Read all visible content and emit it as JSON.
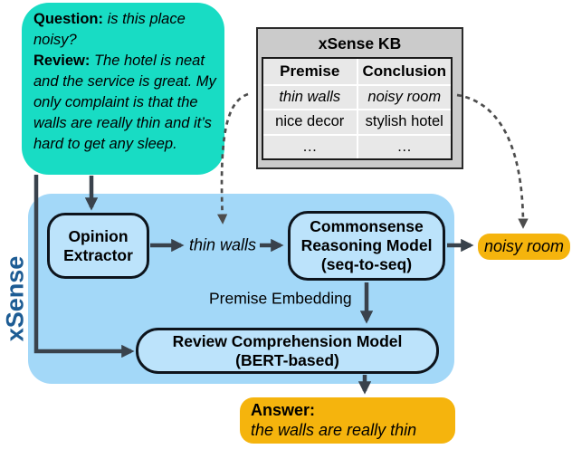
{
  "colors": {
    "teal": "#18dcc4",
    "panel_blue": "#a3d8f8",
    "node_blue": "#bce3fb",
    "orange": "#f5b40d",
    "kb_outer": "#cbcbcb",
    "kb_cell": "#e8e8e8",
    "kb_border": "#2b2b2b",
    "node_border": "#0d141c",
    "arrow": "#39424c",
    "dashed_arrow": "#4d4d4d",
    "label_blue": "#1d5c94",
    "text": "#000000"
  },
  "query_box": {
    "question_label": "Question:",
    "question_text": " is this place noisy?",
    "review_label": "Review:",
    "review_text": " The hotel is neat and the service is great. My only complaint is that the walls are really thin and it’s hard to get any sleep."
  },
  "kb_table": {
    "title": "xSense KB",
    "col1_header": "Premise",
    "col2_header": "Conclusion",
    "rows": [
      {
        "premise": "thin walls",
        "conclusion": "noisy room"
      },
      {
        "premise": "nice decor",
        "conclusion": "stylish hotel"
      },
      {
        "premise": "…",
        "conclusion": "…"
      }
    ]
  },
  "pipeline": {
    "system_label": "xSense",
    "opinion_extractor_line1": "Opinion",
    "opinion_extractor_line2": "Extractor",
    "premise_text": "thin walls",
    "commonsense_line1": "Commonsense",
    "commonsense_line2": "Reasoning Model",
    "commonsense_line3": "(seq-to-seq)",
    "embedding_label": "Premise Embedding",
    "review_model_line1": "Review Comprehension Model",
    "review_model_line2": "(BERT-based)",
    "conclusion_text": "noisy room"
  },
  "answer_box": {
    "label": "Answer:",
    "text": "the walls are really thin"
  }
}
